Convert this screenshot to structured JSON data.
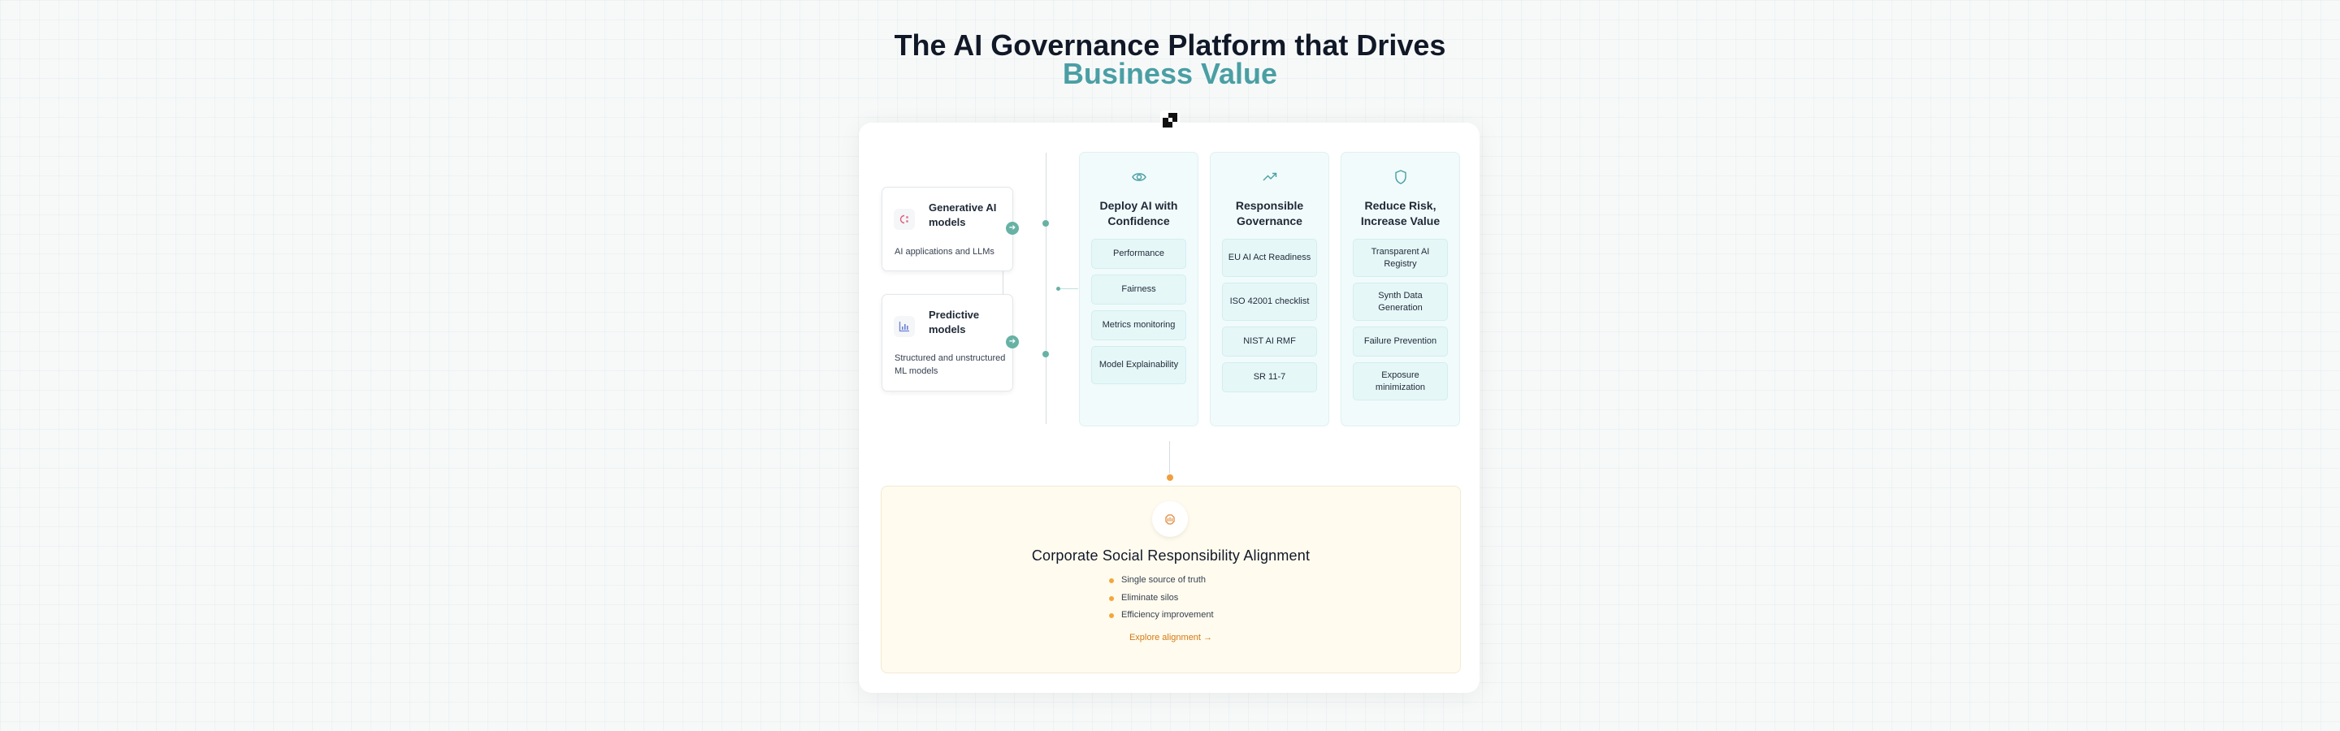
{
  "header": {
    "title_line1": "The AI Governance Platform that Drives",
    "title_line2": "Business Value"
  },
  "colors": {
    "teal_accent": "#4a9fa4",
    "node_green": "#67b2a4",
    "orange_accent": "#ef9f3e",
    "column_bg": "#f1fbfb",
    "csr_bg": "#fffbee"
  },
  "logo": {
    "icon": "brand-logo-icon"
  },
  "models": [
    {
      "title": "Generative AI models",
      "description": "AI applications and LLMs",
      "icon": "generative-ai-icon"
    },
    {
      "title": "Predictive models",
      "description": "Structured and unstructured ML models",
      "icon": "bar-chart-icon"
    }
  ],
  "columns": [
    {
      "title": "Deploy AI with Confidence",
      "icon": "eye-icon",
      "items": [
        "Performance",
        "Fairness",
        "Metrics monitoring",
        "Model Explainability"
      ]
    },
    {
      "title": "Responsible Governance",
      "icon": "trending-up-icon",
      "items": [
        "EU AI Act Readiness",
        "ISO 42001 checklist",
        "NIST AI RMF",
        "SR 11-7"
      ]
    },
    {
      "title": "Reduce Risk, Increase Value",
      "icon": "shield-icon",
      "items": [
        "Transparent AI Registry",
        "Synth Data Generation",
        "Failure Prevention",
        "Exposure minimization"
      ]
    }
  ],
  "csr": {
    "title": "Corporate Social Responsibility Alignment",
    "icon": "handshake-icon",
    "bullets": [
      "Single source of truth",
      "Eliminate silos",
      "Efficiency improvement"
    ],
    "link": "Explore alignment →"
  }
}
